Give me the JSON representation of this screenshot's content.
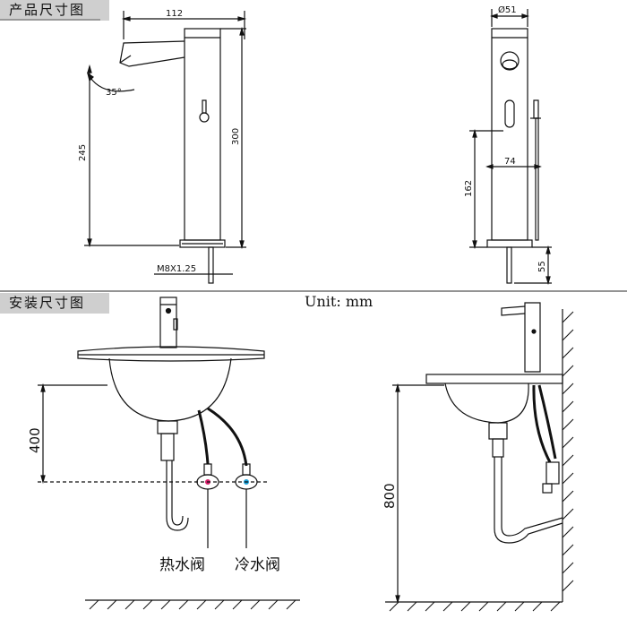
{
  "sections": {
    "product_dimensions": "产品尺寸图",
    "installation_dimensions": "安装尺寸图"
  },
  "unit_label": "Unit: mm",
  "dimensions": {
    "spout_reach": "112",
    "spout_angle": "35°",
    "spout_height": "245",
    "total_height": "300",
    "thread": "M8X1.25",
    "body_diameter": "Ø51",
    "sensor_height": "162",
    "handle_offset": "74",
    "tail_length": "55",
    "basin_depth": "400",
    "mount_height": "800"
  },
  "valves": {
    "hot": "热水阀",
    "cold": "冷水阀"
  },
  "colors": {
    "line": "#111111",
    "hot_marker": "#d61f6a",
    "cold_marker": "#1aa0d8",
    "tag_bg": "#cfcfcf"
  }
}
